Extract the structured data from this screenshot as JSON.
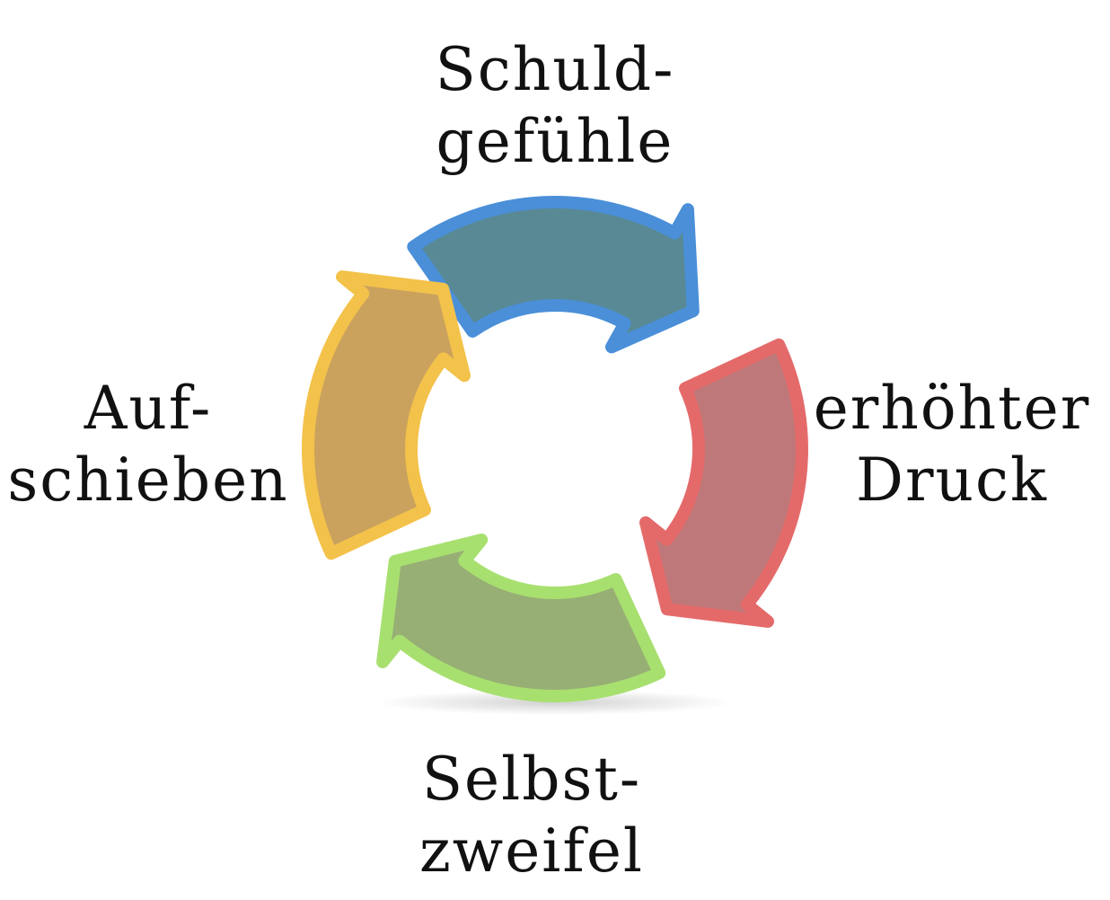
{
  "diagram": {
    "steps": [
      {
        "line1": "Schuld-",
        "line2": "gefühle",
        "color": "#4a8fd8",
        "fill": "#4a7f8c"
      },
      {
        "line1": "erhöhter",
        "line2": "Druck",
        "color": "#e46a6a",
        "fill": "#b86c6e"
      },
      {
        "line1": "Selbst-",
        "line2": "zweifel",
        "color": "#a8e070",
        "fill": "#8ea868"
      },
      {
        "line1": "Auf-",
        "line2": "schieben",
        "color": "#f3c24a",
        "fill": "#c59a50"
      }
    ]
  }
}
